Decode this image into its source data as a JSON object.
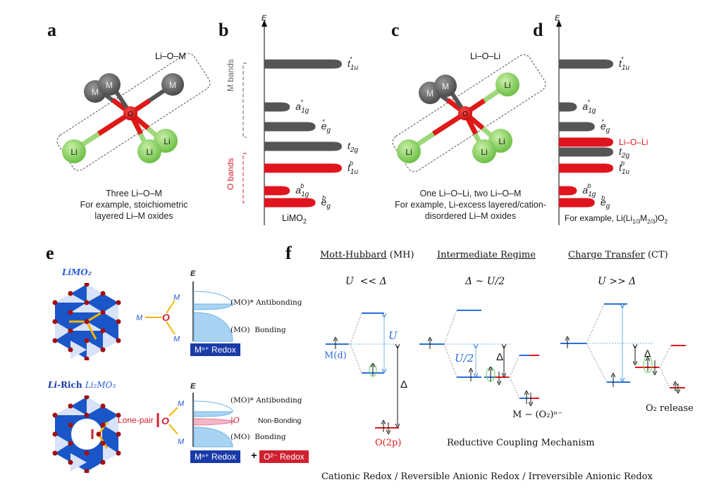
{
  "panels": {
    "a": {
      "label": "a",
      "box_label": "Li–O–M",
      "atoms": {
        "metal": "M",
        "oxygen": "O",
        "lithium": "Li"
      },
      "caption": [
        "Three Li–O–M",
        "For example, stoichiometric",
        "layered Li–M oxides"
      ]
    },
    "b": {
      "label": "b",
      "axis": "E",
      "m_bands_label": "M bands",
      "o_bands_label": "O bands",
      "compound": "LiMO",
      "compound_sub": "2",
      "bands": [
        {
          "name": "t",
          "sub": "1u",
          "sup": "*",
          "group": "M",
          "relative_width": 1.0
        },
        {
          "name": "a",
          "sub": "1g",
          "sup": "*",
          "group": "M",
          "relative_width": 0.33
        },
        {
          "name": "e",
          "sub": "g",
          "sup": "*",
          "group": "M",
          "relative_width": 0.66
        },
        {
          "name": "t",
          "sub": "2g",
          "sup": "",
          "group": "M",
          "relative_width": 1.0
        },
        {
          "name": "t",
          "sub": "1u",
          "sup": "b",
          "group": "O",
          "relative_width": 1.0
        },
        {
          "name": "a",
          "sub": "1g",
          "sup": "b",
          "group": "O",
          "relative_width": 0.33
        },
        {
          "name": "e",
          "sub": "g",
          "sup": "b",
          "group": "O",
          "relative_width": 0.66
        }
      ]
    },
    "c": {
      "label": "c",
      "box_label": "Li–O–Li",
      "caption": [
        "One Li–O–Li, two Li–O–M",
        "For example, Li-excess layered/cation-",
        "disordered Li–M oxides"
      ]
    },
    "d": {
      "label": "d",
      "axis": "E",
      "lioli_label": "Li–O–Li",
      "caption_prefix": "For example, Li(Li",
      "caption_sub1": "1/3",
      "caption_mid": "M",
      "caption_sub2": "2/3",
      "caption_suffix": ")O",
      "caption_sub3": "2",
      "bands": [
        {
          "name": "t",
          "sub": "1u",
          "sup": "*",
          "group": "M",
          "relative_width": 1.0
        },
        {
          "name": "a",
          "sub": "1g",
          "sup": "*",
          "group": "M",
          "relative_width": 0.33
        },
        {
          "name": "e",
          "sub": "g",
          "sup": "*",
          "group": "M",
          "relative_width": 0.66
        },
        {
          "name": "Li–O–Li",
          "sub": "",
          "sup": "",
          "group": "O",
          "relative_width": 1.0
        },
        {
          "name": "t",
          "sub": "2g",
          "sup": "",
          "group": "M",
          "relative_width": 1.0
        },
        {
          "name": "t",
          "sub": "1u",
          "sup": "b",
          "group": "O",
          "relative_width": 1.0
        },
        {
          "name": "a",
          "sub": "1g",
          "sup": "b",
          "group": "O",
          "relative_width": 0.33
        },
        {
          "name": "e",
          "sub": "g",
          "sup": "b",
          "group": "O",
          "relative_width": 0.66
        }
      ]
    },
    "e": {
      "label": "e",
      "top": {
        "title": "LiMO₂",
        "axis": "E",
        "antibonding": "(MO)* Antibonding",
        "bonding": "(MO)  Bonding",
        "redox": "Mⁿ⁺ Redox"
      },
      "bottom": {
        "title_li": "Li",
        "title_rich": "-Rich ",
        "title_formula": "Li₂MO₃",
        "lone_pair": "Lone-pair",
        "axis": "E",
        "antibonding": "(MO)* Antibonding",
        "nonbonding_sym": "|O",
        "nonbonding": "Non-Bonding",
        "bonding": "(MO)  Bonding",
        "redox_m": "Mⁿ⁺ Redox",
        "plus": "+",
        "redox_o": "O²⁻ Redox"
      },
      "colors": {
        "blue": "#1a3aa8",
        "red": "#d0202f",
        "pink": "#f4b6c6",
        "light_blue": "#a9d3f2"
      }
    },
    "f": {
      "label": "f",
      "regimes": [
        {
          "title": "Mott-Hubbard",
          "abbr": "(MH)",
          "condition": "U  << Δ"
        },
        {
          "title": "Intermediate Regime",
          "abbr": "",
          "condition": "Δ ~ U/2"
        },
        {
          "title": "Charge Transfer",
          "abbr": "(CT)",
          "condition": "U >> Δ"
        }
      ],
      "labels": {
        "md": "M(d)",
        "o2p": "O(2p)",
        "U": "U",
        "U2": "U/2",
        "delta": "Δ",
        "mo2": "M − (O₂)ⁿ⁻",
        "o2release": "O₂ release",
        "mechanism": "Reductive Coupling Mechanism",
        "footer": "Cationic Redox / Reversible Anionic Redox / Irreversible Anionic Redox"
      }
    }
  }
}
